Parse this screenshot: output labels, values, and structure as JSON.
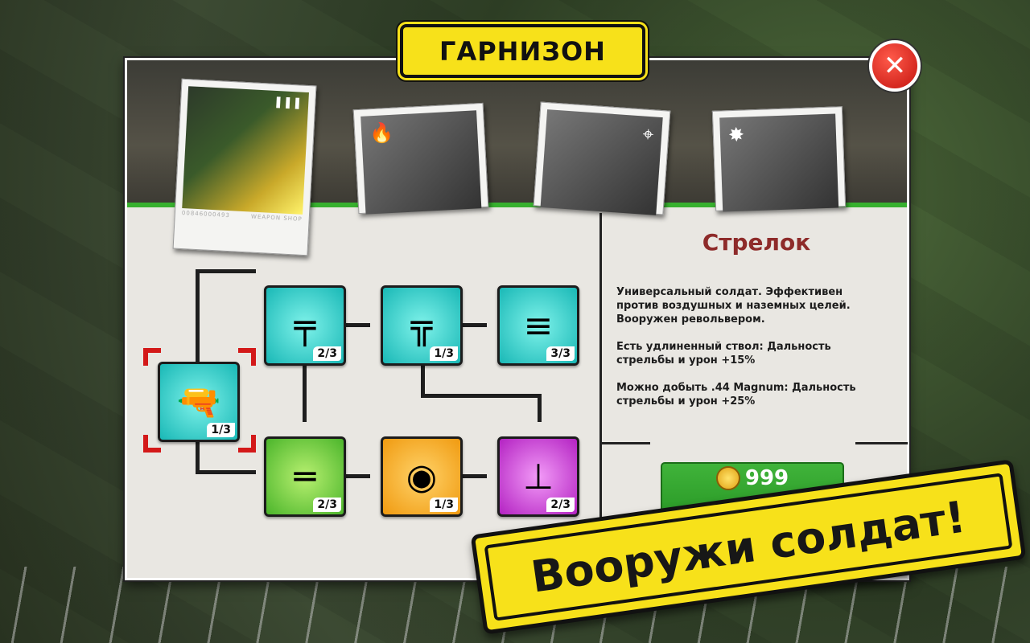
{
  "title": "ГАРНИЗОН",
  "close_icon": "close-x-icon",
  "cards": [
    {
      "name": "gunner",
      "icon": "bullets-icon",
      "glyph": "❚❚❚",
      "serial": "00846000493",
      "caption": "WEAPON SHOP",
      "selected": true
    },
    {
      "name": "flamethrower",
      "icon": "fire-icon",
      "glyph": "🔥"
    },
    {
      "name": "sniper",
      "icon": "crosshair-icon",
      "glyph": "⌖"
    },
    {
      "name": "rocket",
      "icon": "explosion-icon",
      "glyph": "✸"
    }
  ],
  "weapons": [
    {
      "name": "revolver",
      "level": "1/3",
      "color": "cyan",
      "glyph": "🔫"
    },
    {
      "name": "assault-rifle",
      "level": "2/3",
      "color": "cyan",
      "glyph": "╤"
    },
    {
      "name": "machine-gun",
      "level": "1/3",
      "color": "cyan",
      "glyph": "╦"
    },
    {
      "name": "minigun",
      "level": "3/3",
      "color": "cyan",
      "glyph": "≡"
    },
    {
      "name": "shotgun",
      "level": "2/3",
      "color": "green",
      "glyph": "═"
    },
    {
      "name": "drum-gun",
      "level": "1/3",
      "color": "orange",
      "glyph": "◉"
    },
    {
      "name": "turret",
      "level": "2/3",
      "color": "purple",
      "glyph": "⊥"
    }
  ],
  "unit_name": "Стрелок",
  "description": [
    "Универсальный солдат. Эффективен против воздушных и наземных целей. Вооружен револьвером.",
    "Есть удлиненный ствол: Дальность стрельбы и урон +15%",
    "Можно добыть .44 Magnum: Дальность стрельбы и урон +25%"
  ],
  "price": "999",
  "banner": "Вооружи солдат!"
}
